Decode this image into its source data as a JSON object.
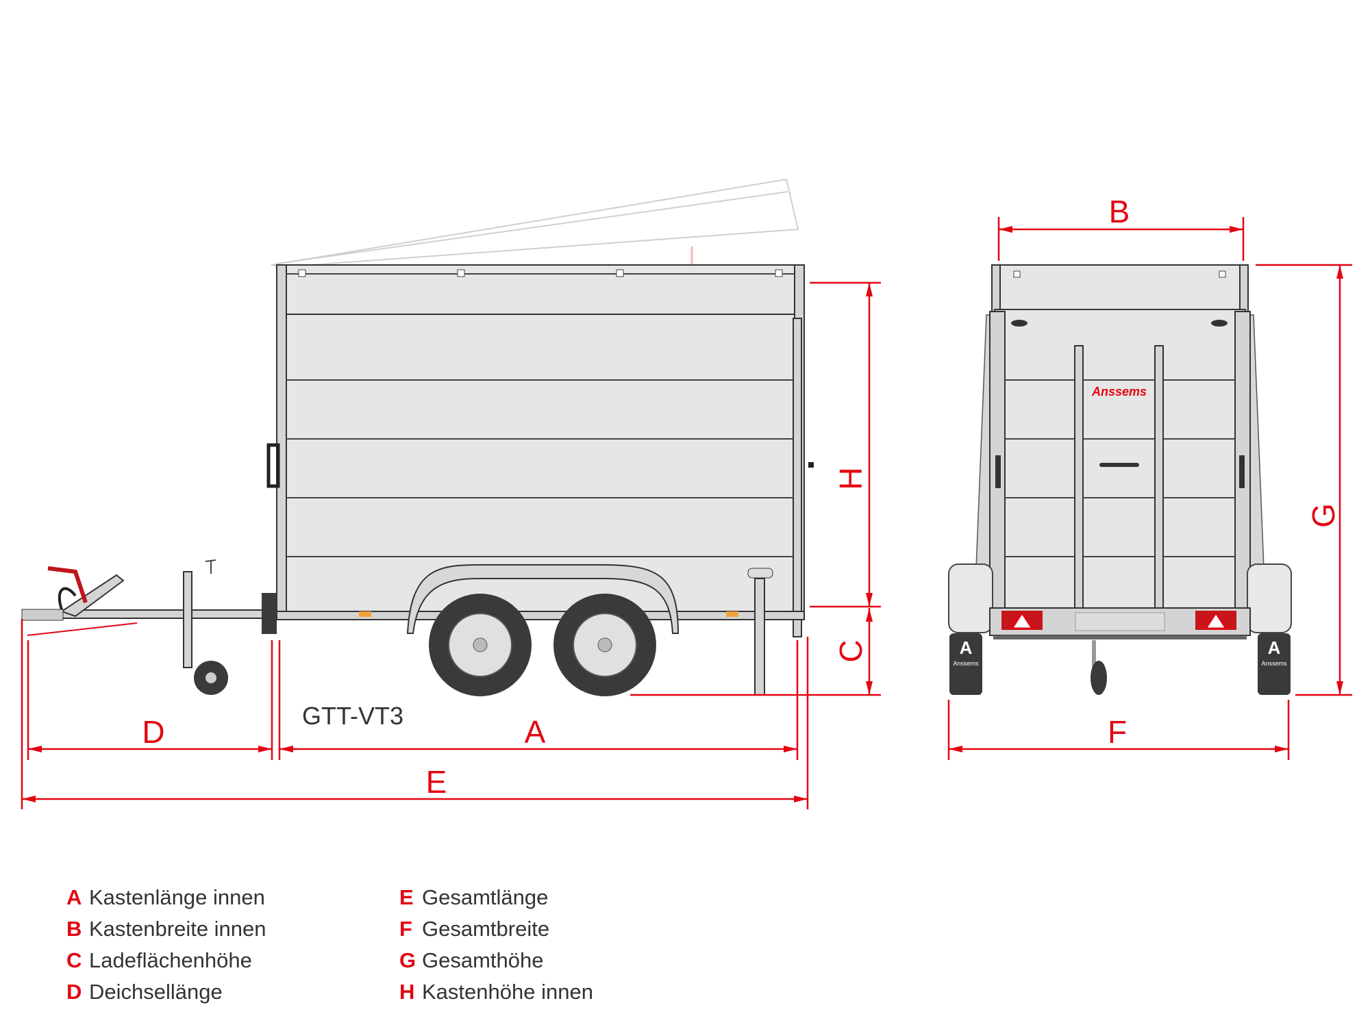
{
  "model": "GTT-VT3",
  "brand": "Anssems",
  "brand_mark": "A",
  "dimensions": {
    "A": "A",
    "B": "B",
    "C": "C",
    "D": "D",
    "E": "E",
    "F": "F",
    "G": "G",
    "H": "H"
  },
  "legend": [
    {
      "letter": "A",
      "text": "Kastenlänge innen"
    },
    {
      "letter": "B",
      "text": "Kastenbreite innen"
    },
    {
      "letter": "C",
      "text": "Ladeflächenhöhe"
    },
    {
      "letter": "D",
      "text": "Deichsellänge"
    },
    {
      "letter": "E",
      "text": "Gesamtlänge"
    },
    {
      "letter": "F",
      "text": "Gesamtbreite"
    },
    {
      "letter": "G",
      "text": "Gesamthöhe"
    },
    {
      "letter": "H",
      "text": "Kastenhöhe innen"
    }
  ],
  "colors": {
    "accent": "#e30613",
    "body": "#e6e6e6",
    "outline": "#333333"
  }
}
